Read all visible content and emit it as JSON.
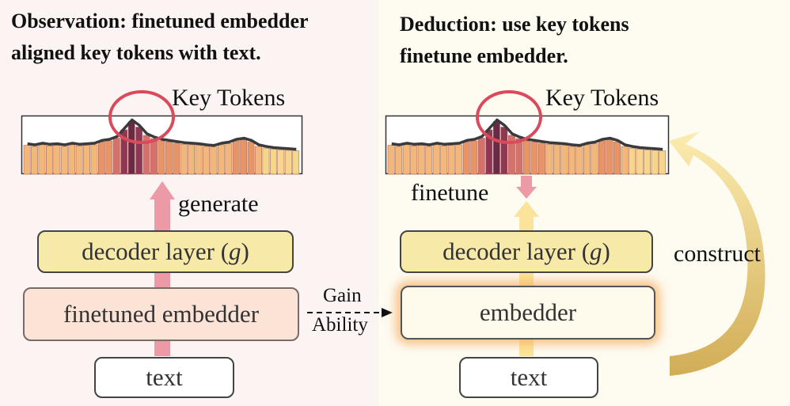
{
  "left": {
    "title_line1": "Observation: finetuned embedder",
    "title_line2": "aligned key tokens with text.",
    "key_tokens_label": "Key Tokens",
    "arrow_label": "generate",
    "decoder_label": "decoder layer (",
    "decoder_symbol": "g",
    "decoder_close": ")",
    "embedder_label": "finetuned embedder",
    "text_label": "text"
  },
  "right": {
    "title_line1": "Deduction: use key tokens",
    "title_line2": "finetune embedder.",
    "key_tokens_label": "Key Tokens",
    "arrow_label": "finetune",
    "decoder_label": "decoder layer (",
    "decoder_symbol": "g",
    "decoder_close": ")",
    "embedder_label": "embedder",
    "text_label": "text",
    "loop_label": "construct"
  },
  "link": {
    "line1": "Gain",
    "line2": "Ability"
  },
  "colors": {
    "left_bg": "#fcf3f3",
    "right_bg": "#fefbf1",
    "circle": "#d94a5a",
    "pink_arrow": "#ec9aa6",
    "yellow_arrow": "#fbe49a",
    "decoder_fill": "#f7eaa8",
    "finetuned_fill": "#fbe3d6",
    "construct_arrow": "#e6c770"
  },
  "chart_data": {
    "type": "bar",
    "values": [
      0.52,
      0.5,
      0.53,
      0.51,
      0.52,
      0.5,
      0.53,
      0.51,
      0.52,
      0.53,
      0.58,
      0.6,
      0.65,
      0.8,
      0.95,
      0.85,
      0.7,
      0.64,
      0.6,
      0.58,
      0.56,
      0.54,
      0.53,
      0.52,
      0.5,
      0.49,
      0.53,
      0.55,
      0.6,
      0.62,
      0.58,
      0.5,
      0.47,
      0.45,
      0.44,
      0.43,
      0.42
    ],
    "ylim": [
      0,
      1
    ],
    "grid": false
  }
}
